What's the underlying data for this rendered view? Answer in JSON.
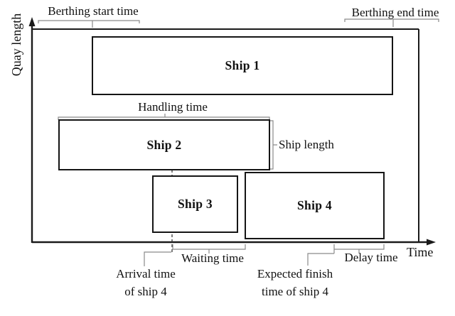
{
  "diagram": {
    "title_context": "Berth allocation time-space diagram",
    "y_axis_label": "Quay length",
    "x_axis_label": "Time",
    "ships": [
      {
        "label": "Ship 1"
      },
      {
        "label": "Ship 2"
      },
      {
        "label": "Ship 3"
      },
      {
        "label": "Ship 4"
      }
    ],
    "annotations": {
      "berthing_start_time": "Berthing start time",
      "berthing_end_time": "Berthing end time",
      "handling_time": "Handling time",
      "ship_length": "Ship length",
      "waiting_time": "Waiting time",
      "delay_time": "Delay time",
      "arrival_time_line1": "Arrival time",
      "arrival_time_line2": "of ship 4",
      "expected_finish_line1": "Expected finish",
      "expected_finish_line2": "time of ship 4"
    },
    "colors": {
      "axis_line": "#1a1a1a",
      "ship_border": "#151515",
      "bracket_line": "#8a8a8a",
      "dashed_line": "#2a2a2a",
      "background": "#ffffff"
    }
  }
}
